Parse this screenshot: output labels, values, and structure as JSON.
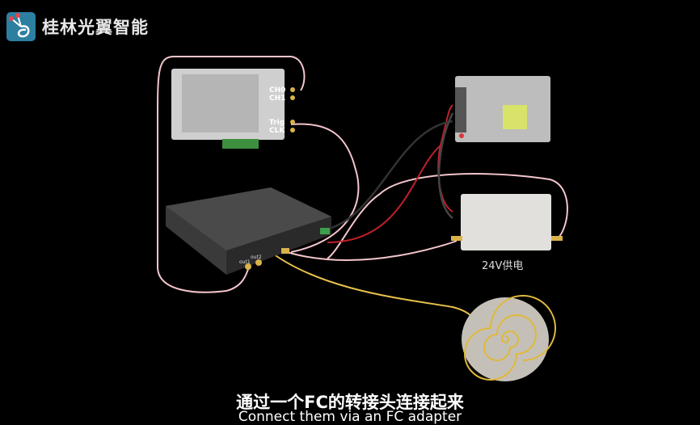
{
  "brand": {
    "name": "桂林光翼智能"
  },
  "diagram": {
    "card_ports": [
      "CH0",
      "CH1",
      "Trig",
      "CLK"
    ],
    "box_ports": [
      "out1",
      "out2"
    ],
    "power_label": "24V供电"
  },
  "subtitle": {
    "chinese": "通过一个FC的转接头连接起来",
    "english": "Connect them via an FC adapter"
  },
  "colors": {
    "cable_pink": "#f4c6cc",
    "cable_yellow": "#e8c24a",
    "cable_red": "#c0202a",
    "logo_bg": "#2d7fa0"
  }
}
